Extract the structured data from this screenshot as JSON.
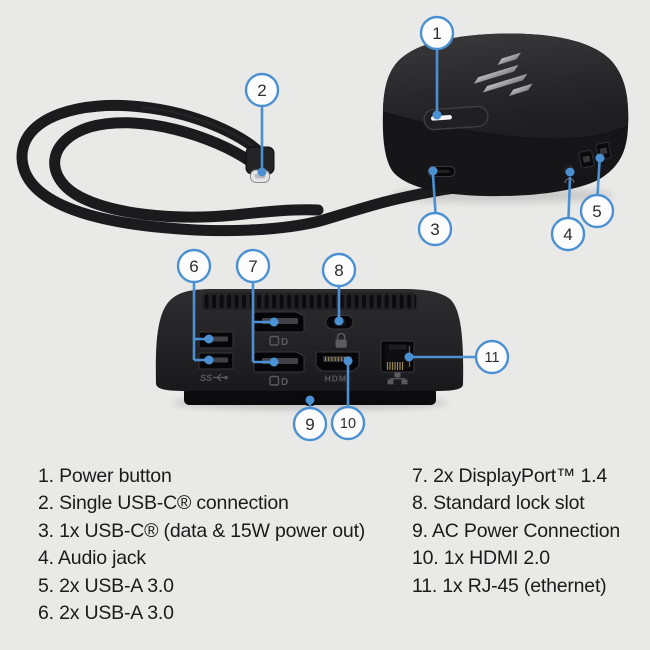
{
  "colors": {
    "background": "#E9E9E8",
    "callout_blue": "#4A90D2",
    "device_black": "#1B1B1D",
    "legend_text": "#1B1B1B"
  },
  "callouts": {
    "c1": {
      "num": "1",
      "label": "Power button"
    },
    "c2": {
      "num": "2",
      "label": "Single USB-C connection"
    },
    "c3": {
      "num": "3",
      "label": "1x USB-C (data & 15W power out)"
    },
    "c4": {
      "num": "4",
      "label": "Audio jack"
    },
    "c5": {
      "num": "5",
      "label": "2x USB-A 3.0"
    },
    "c6": {
      "num": "6",
      "label": "2x USB-A 3.0"
    },
    "c7": {
      "num": "7",
      "label": "2x DisplayPort 1.4"
    },
    "c8": {
      "num": "8",
      "label": "Standard lock slot"
    },
    "c9": {
      "num": "9",
      "label": "AC Power Connection"
    },
    "c10": {
      "num": "10",
      "label": "1x HDMI 2.0"
    },
    "c11": {
      "num": "11",
      "label": "1x RJ-45 (ethernet)"
    }
  },
  "port_labels": {
    "hdmi": "HDMI",
    "superspeed": "SS",
    "displayport": "D"
  },
  "legend": {
    "left": [
      "1. Power button",
      "2. Single USB-C® connection",
      "3. 1x USB-C® (data & 15W power out)",
      "4. Audio jack",
      "5. 2x USB-A 3.0",
      "6. 2x USB-A 3.0"
    ],
    "right": [
      "7. 2x DisplayPort™ 1.4",
      "8. Standard lock slot",
      "9. AC Power Connection",
      "10. 1x HDMI 2.0",
      "11. 1x RJ-45 (ethernet)"
    ]
  }
}
